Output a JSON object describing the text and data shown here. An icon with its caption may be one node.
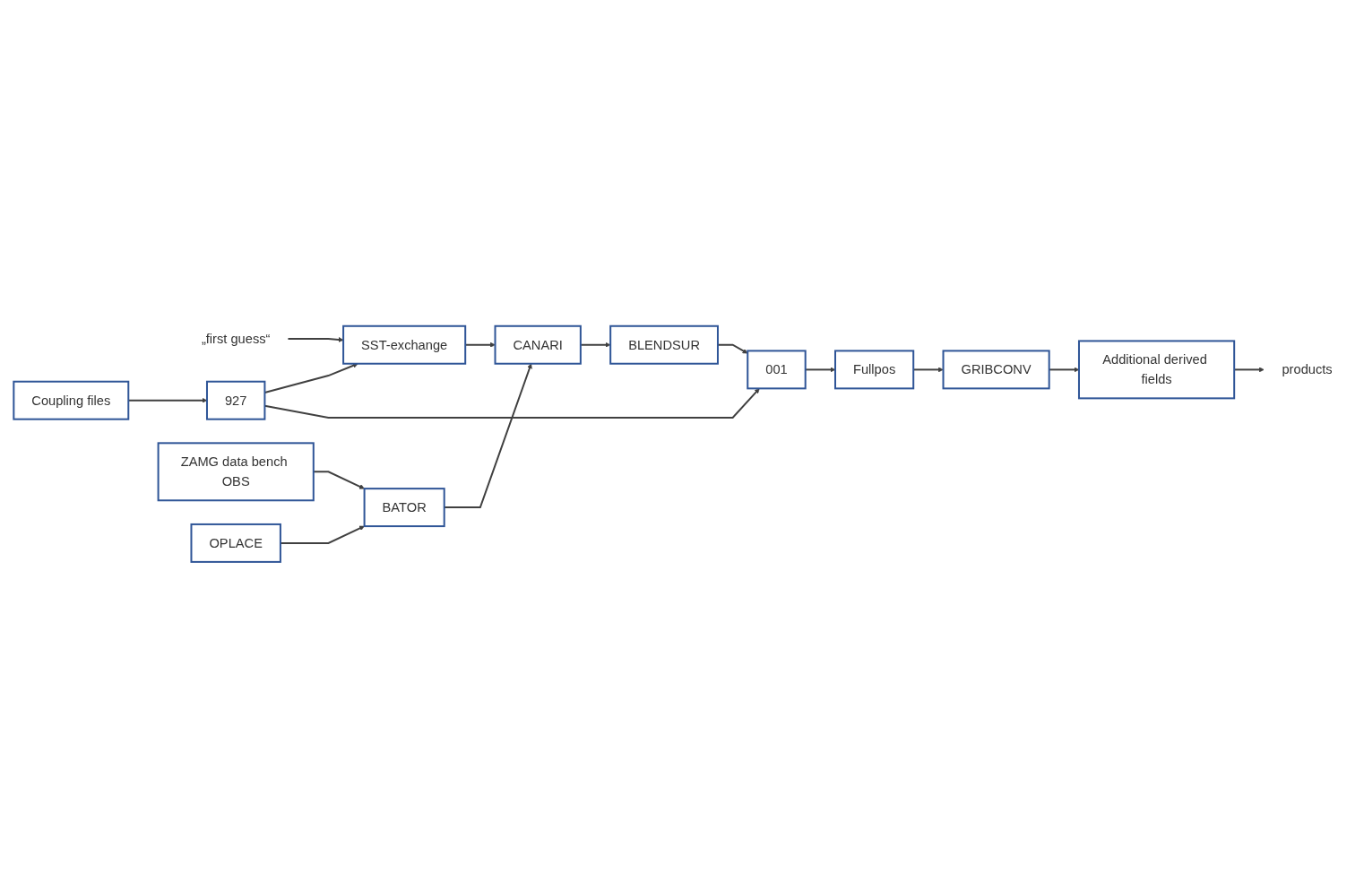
{
  "diagram": {
    "nodes": [
      {
        "text": [
          "„first guess“"
        ]
      },
      {
        "text": [
          "SST-exchange"
        ]
      },
      {
        "text": [
          "Coupling files"
        ]
      },
      {
        "text": [
          "927"
        ]
      },
      {
        "text": [
          "ZAMG data bench OBS"
        ]
      },
      {
        "text": [
          "BATOR"
        ]
      },
      {
        "text": [
          "CANARI"
        ]
      },
      {
        "text": [
          "BLENDSUR"
        ]
      },
      {
        "text": [
          "OPLACE"
        ]
      },
      {
        "text": [
          "001"
        ]
      },
      {
        "text": [
          "Fullpos"
        ]
      },
      {
        "text": [
          "GRIBCONV"
        ]
      },
      {
        "text": [
          "Additional derived fields"
        ]
      },
      {
        "text": [
          "products"
        ]
      }
    ],
    "edges": [
      {
        "from": 0,
        "to": 1,
        "arrow": "to"
      },
      {
        "from": 2,
        "to": 3,
        "arrow": "to"
      },
      {
        "from": 3,
        "to": 1,
        "arrow": "to"
      },
      {
        "from": 1,
        "to": 6,
        "arrow": "to"
      },
      {
        "from": 4,
        "to": 5,
        "arrow": "to"
      },
      {
        "from": 8,
        "to": 5,
        "arrow": "to"
      },
      {
        "from": 5,
        "to": 6,
        "arrow": "to"
      },
      {
        "from": 6,
        "to": 7,
        "arrow": "to"
      },
      {
        "from": 7,
        "to": 9,
        "arrow": "to"
      },
      {
        "from": 3,
        "to": 9,
        "arrow": "to"
      },
      {
        "from": 9,
        "to": 10,
        "arrow": "to"
      },
      {
        "from": 10,
        "to": 11,
        "arrow": "to"
      },
      {
        "from": 11,
        "to": 12,
        "arrow": "to"
      },
      {
        "from": 12,
        "to": 13,
        "arrow": "to"
      }
    ]
  }
}
